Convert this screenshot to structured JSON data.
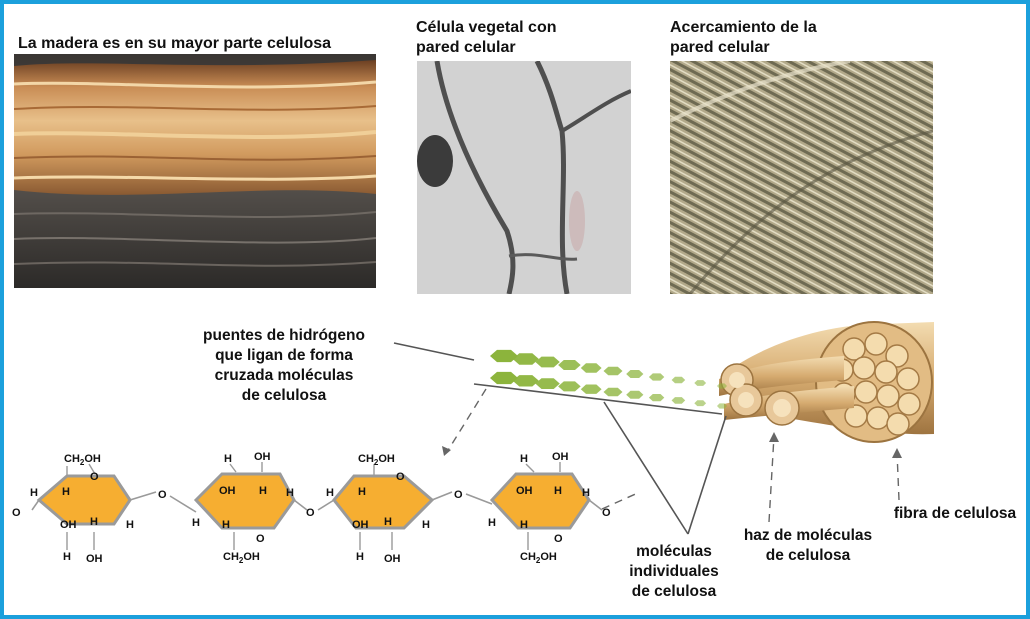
{
  "captions": {
    "wood": "La madera es en su mayor parte celulosa",
    "cell_line1": "Célula vegetal con",
    "cell_line2": "pared celular",
    "closeup_line1": "Acercamiento de la",
    "closeup_line2": "pared celular"
  },
  "labels": {
    "hydrogen": [
      "puentes de hidrógeno",
      "que ligan de forma",
      "cruzada moléculas",
      "de celulosa"
    ],
    "molecules": [
      "moléculas",
      "individuales",
      "de celulosa"
    ],
    "bundle": [
      "haz de moléculas",
      "de celulosa"
    ],
    "fiber": "fibra de celulosa"
  },
  "atoms": {
    "H": "H",
    "O": "O",
    "OH": "OH",
    "CH2OH_prefix": "CH",
    "CH2OH_sub": "2",
    "CH2OH_suffix": "OH"
  },
  "colors": {
    "border": "#1ca0dc",
    "ring_fill": "#f6ae31",
    "ring_stroke": "#9a9a9a",
    "h_bond_green": "#8cb43c",
    "fiber_tan": "#d9b27a"
  }
}
